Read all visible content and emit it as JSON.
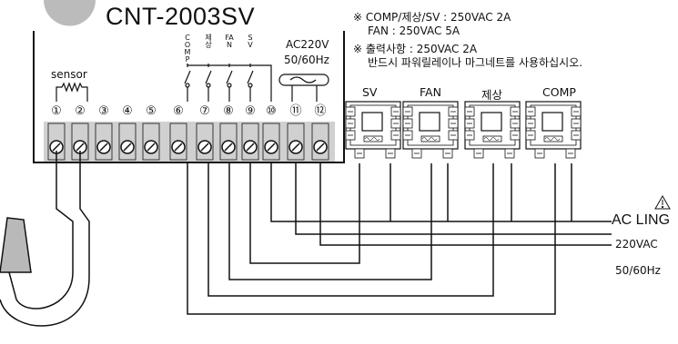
{
  "title": "CNT-2003SV",
  "notes": {
    "line1": "※ COMP/제상/SV : 250VAC 2A",
    "line2": "FAN : 250VAC 5A",
    "line3": "※ 출력사항 : 250VAC 2A",
    "line4": "반드시 파워릴레이나 마그네트를 사용하십시오."
  },
  "sensor_label": "sensor",
  "power_label": [
    "AC220V",
    "50/60Hz"
  ],
  "output_labels": [
    "COMP",
    "제상",
    "FAN",
    "SV"
  ],
  "terminals": [
    "①",
    "②",
    "③",
    "④",
    "⑤",
    "⑥",
    "⑦",
    "⑧",
    "⑨",
    "⑩",
    "⑪",
    "⑫"
  ],
  "relays": [
    "SV",
    "FAN",
    "제상",
    "COMP"
  ],
  "ac_line": {
    "label": "AC LING",
    "voltage": "220VAC",
    "frequency": "50/60Hz"
  },
  "colors": {
    "line": "#111111",
    "background": "#ffffff"
  },
  "icons": [
    "warning-icon",
    "sine-wave-icon",
    "resistor-icon",
    "screw-terminal-icon"
  ]
}
